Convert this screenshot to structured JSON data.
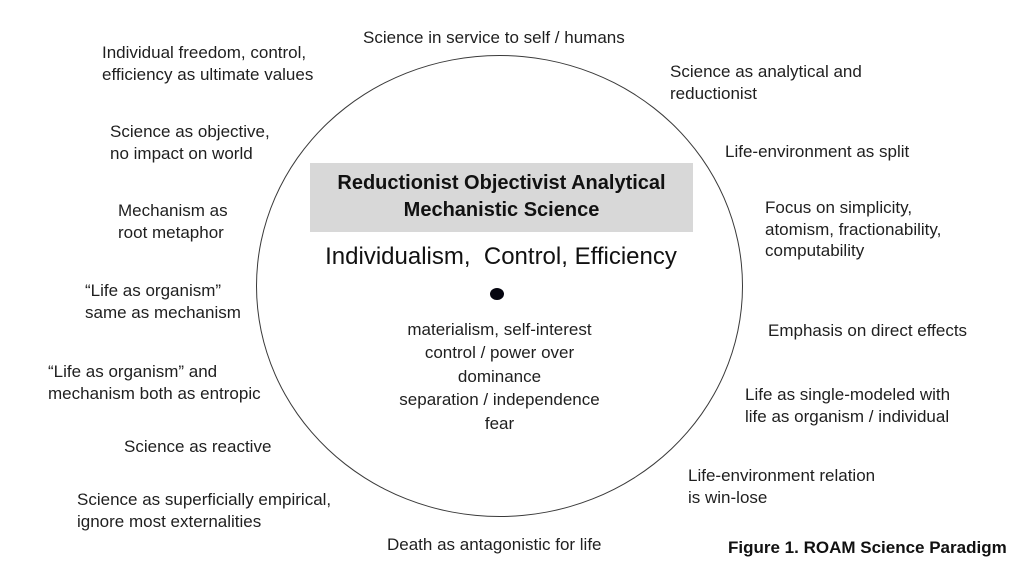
{
  "center": {
    "title_lines": [
      "Reductionist Objectivist Analytical",
      "Mechanistic Science"
    ],
    "subtitle": "Individualism,  Control, Efficiency",
    "core_values": [
      "materialism, self-interest",
      "control / power over",
      "dominance",
      "separation / independence",
      "fear"
    ]
  },
  "labels": [
    {
      "id": "individual-freedom",
      "lines": [
        "Individual freedom, control,",
        "efficiency as ultimate values"
      ]
    },
    {
      "id": "science-objective",
      "lines": [
        "Science as objective,",
        "no impact on world"
      ]
    },
    {
      "id": "mechanism-root-metaphor",
      "lines": [
        "Mechanism as",
        "root metaphor"
      ]
    },
    {
      "id": "life-as-organism-same",
      "lines": [
        "“Life as organism”",
        "same as mechanism"
      ]
    },
    {
      "id": "life-as-organism-entropic",
      "lines": [
        "“Life as organism” and",
        "mechanism both as entropic"
      ]
    },
    {
      "id": "science-reactive",
      "lines": [
        "Science as reactive"
      ]
    },
    {
      "id": "science-superficially-empirical",
      "lines": [
        "Science as superficially empirical,",
        "ignore most externalities"
      ]
    },
    {
      "id": "science-in-service",
      "lines": [
        "Science in service to self / humans"
      ]
    },
    {
      "id": "science-analytical-reductionist",
      "lines": [
        "Science as analytical and",
        "reductionist"
      ]
    },
    {
      "id": "life-environment-split",
      "lines": [
        "Life-environment as split"
      ]
    },
    {
      "id": "focus-simplicity",
      "lines": [
        "Focus on simplicity,",
        "atomism, fractionability,",
        "computability"
      ]
    },
    {
      "id": "emphasis-direct-effects",
      "lines": [
        "Emphasis on direct effects"
      ]
    },
    {
      "id": "life-single-modeled",
      "lines": [
        "Life as single-modeled with",
        "life as organism / individual"
      ]
    },
    {
      "id": "life-environment-win-lose",
      "lines": [
        "Life-environment relation",
        "is win-lose"
      ]
    },
    {
      "id": "death-antagonistic",
      "lines": [
        "Death as antagonistic for life"
      ]
    }
  ],
  "caption": "Figure 1. ROAM Science Paradigm",
  "colors": {
    "highlight_box": "#d8d8d8",
    "text": "#1f1f1f",
    "circle_stroke": "#3a3a3a",
    "dot": "#05050f"
  }
}
